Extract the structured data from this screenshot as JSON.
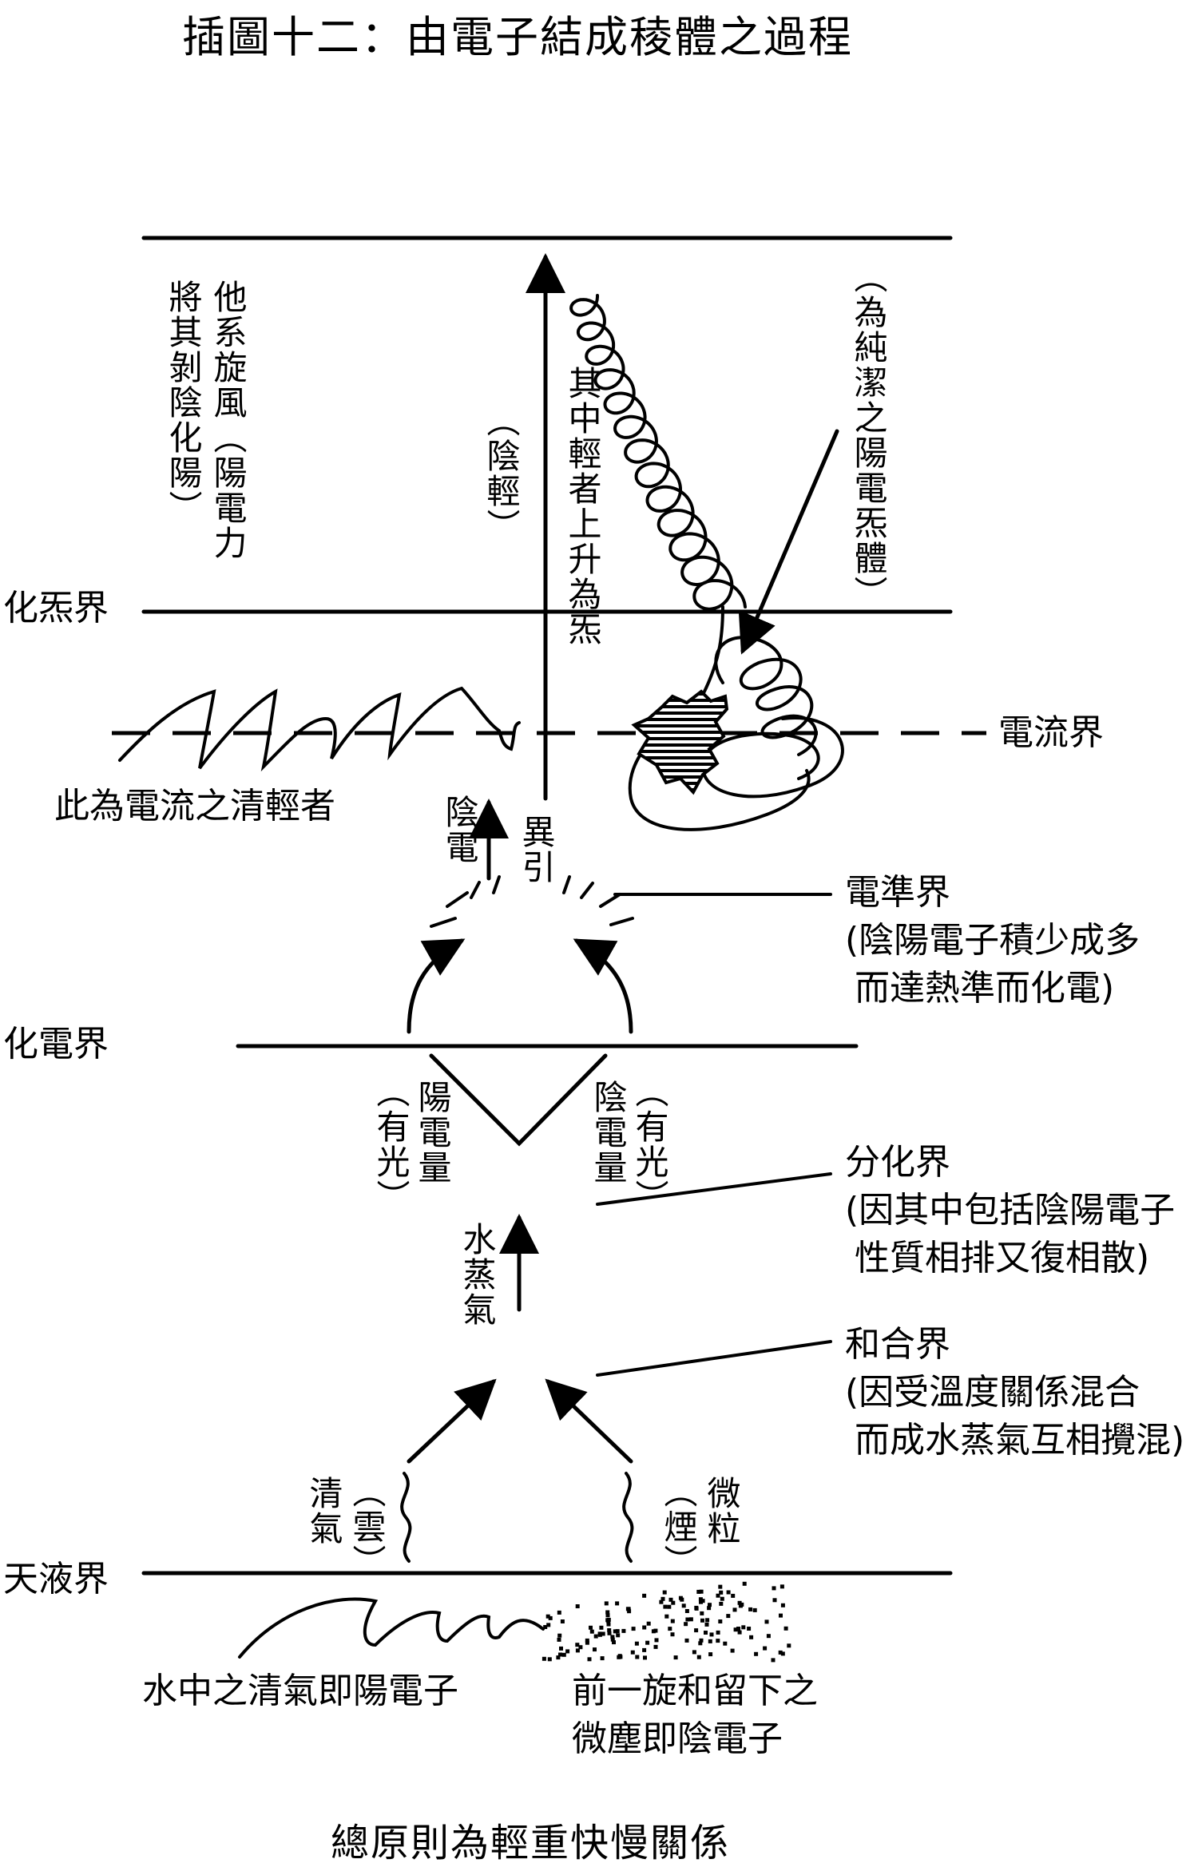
{
  "title": "插圖十二：由電子結成稜體之過程",
  "realms": {
    "huaxi": "化炁界",
    "huadian": "化電界",
    "tianye": "天液界",
    "dianliu": "電流界"
  },
  "labels": {
    "dianliu_qing": "此為電流之清輕者",
    "dianzhun_name": "電準界",
    "dianzhun_desc1": "(陰陽電子積少成多",
    "dianzhun_desc2": "而達熱準而化電)",
    "fenhua_name": "分化界",
    "fenhua_desc1": "(因其中包括陰陽電子",
    "fenhua_desc2": "性質相排又復相散)",
    "hehe_name": "和合界",
    "hehe_desc1": "(因受溫度關係混合",
    "hehe_desc2": "而成水蒸氣互相攪混)",
    "water_qing": "水中之清氣即陽電子",
    "dust_line1": "前一旋和留下之",
    "dust_line2": "微塵即陰電子"
  },
  "vertical": {
    "tasi_col1": "他系旋風︵陽電力",
    "tasi_col2": "將其剝陰化陽︶",
    "yinqing": "︵陰輕︶",
    "shangsheng": "其中輕者上升為炁",
    "chunjie": "︵為純潔之陽電炁體︶",
    "yindian": "陰電",
    "yiyin": "異引",
    "yang_col1": "陽電量",
    "yang_col2": "︵有光︶",
    "yin_col1": "陰電量",
    "yin_col2": "︵有光︶",
    "shuizhengqi": "水蒸氣",
    "qingqi_col1": "清氣",
    "qingqi_col2": "︵雲︶",
    "weili_col1": "微粒",
    "weili_col2": "︵煙︶"
  },
  "footer": "總原則為輕重快慢關係"
}
